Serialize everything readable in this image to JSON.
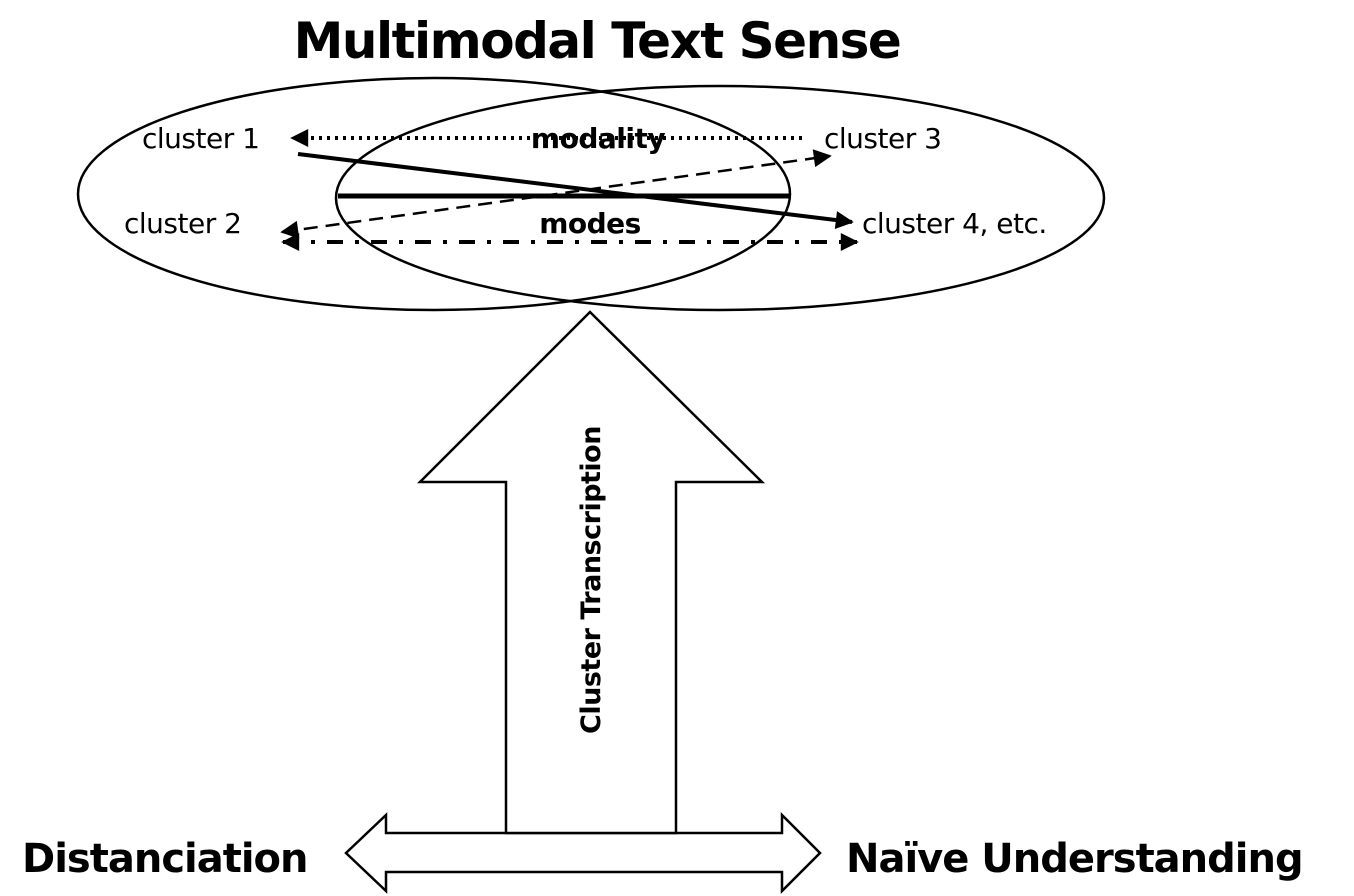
{
  "diagram": {
    "title": "Multimodal Text Sense",
    "clusters": {
      "c1": "cluster 1",
      "c2": "cluster 2",
      "c3": "cluster 3",
      "c4": "cluster 4, etc."
    },
    "labels": {
      "modality": "modality",
      "modes": "modes"
    },
    "vertical_arrow_label": "Cluster Transcription",
    "left_pole": "Distanciation",
    "right_pole": "Naïve Understanding",
    "connections": [
      {
        "from": "modality",
        "to": "cluster 1",
        "style": "dotted"
      },
      {
        "from": "cluster 1",
        "to": "cluster 4, etc.",
        "style": "solid"
      },
      {
        "from": "cluster 2",
        "to": "cluster 3",
        "style": "dashed",
        "bidirectional": true
      },
      {
        "from": "cluster 2",
        "to": "cluster 4, etc.",
        "style": "dash-dot",
        "bidirectional": true
      },
      {
        "from": "modality",
        "to": "modes",
        "style": "solid-thick-divider"
      }
    ]
  }
}
